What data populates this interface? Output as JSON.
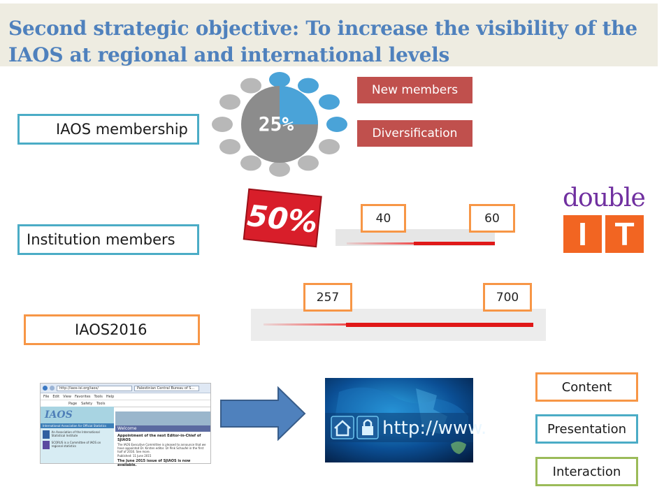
{
  "title": "Second strategic objective: To increase the visibility of the IAOS at regional and international levels",
  "labels": {
    "membership": "IAOS membership",
    "institution": "Institution members",
    "conference": "IAOS2016"
  },
  "tags": {
    "new_members": "New members",
    "diversification": "Diversification"
  },
  "donut": {
    "percent_text": "25%",
    "fraction": 0.25
  },
  "badge_50": "50%",
  "logo": {
    "word": "double",
    "letters": [
      "I",
      "T"
    ]
  },
  "institution_range": {
    "from": "40",
    "to": "60"
  },
  "conference_range": {
    "from": "257",
    "to": "700"
  },
  "website_thumb": {
    "url": "http://iaos-isi.org/iaos/",
    "tab_title": "Palestinian Central Bureau of S...",
    "menu": [
      "File",
      "Edit",
      "View",
      "Favorites",
      "Tools",
      "Help"
    ],
    "toolbar": [
      "Page",
      "Safety",
      "Tools"
    ],
    "logo": "IAOS",
    "org_name": "International Association for Official Statistics",
    "side_text1": "An Association of the International Statistical Institute",
    "side_text2": "SCORUS is a Committee of IAOS on regional statistics",
    "welcome": "Welcome",
    "headline": "Appointment of the next Editor-in-Chief of SJIAOS",
    "body": "The IAOS Executive Committee is pleased to announce that we have appointed Dr. Kirsten editor. Dr Pink Schaufel in the first half of 2016. See more.",
    "published": "Published: 11 June 2015",
    "issue_line": "The June 2015 issue of SJIAOS is now available."
  },
  "http_image_text": "http://www.",
  "aspects": [
    "Content",
    "Presentation",
    "Interaction"
  ],
  "colors": {
    "title": "#4f81bd",
    "title_bg": "#eeece1",
    "teal": "#4bacc6",
    "orange": "#f79646",
    "green": "#9bbb59",
    "tag_red": "#c0504d",
    "arrow": "#4f81bd",
    "logo_purple": "#7030a0",
    "logo_orange": "#f26522"
  }
}
